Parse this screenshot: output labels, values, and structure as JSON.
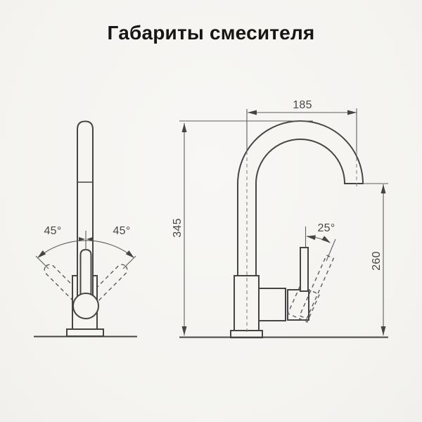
{
  "title": "Габариты смесителя",
  "colors": {
    "background": "#f6f5f2",
    "outline": "#454545",
    "dimension_lines": "#5f5f5f",
    "text": "#161616"
  },
  "front_view": {
    "swivel_angle_left": "45°",
    "swivel_angle_right": "45°"
  },
  "side_view": {
    "spout_reach": "185",
    "overall_height": "345",
    "spout_height": "260",
    "handle_angle": "25°"
  }
}
